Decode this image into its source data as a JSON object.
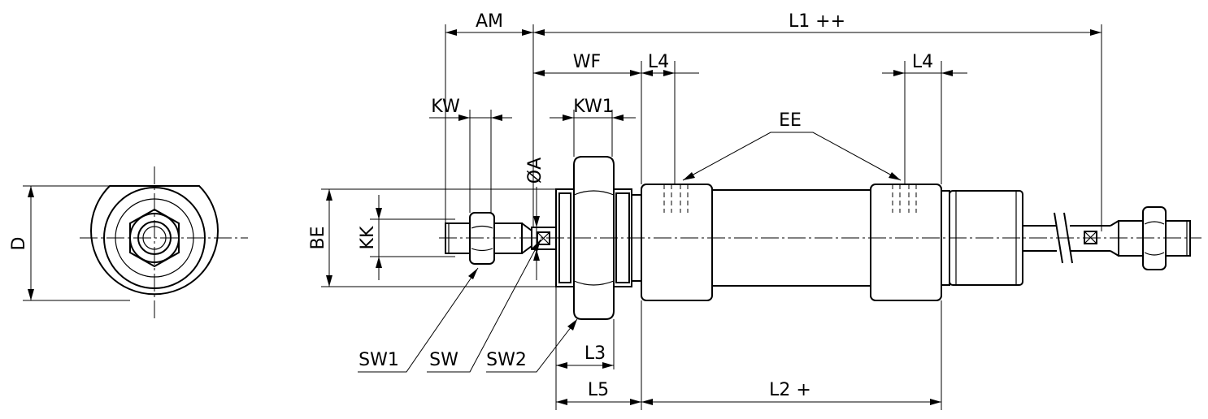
{
  "labels": {
    "d": "D",
    "am": "AM",
    "l1": "L1 ++",
    "wf": "WF",
    "l4_left": "L4",
    "l4_right": "L4",
    "kw": "KW",
    "kw1": "KW1",
    "ee": "EE",
    "phi_a": "ØA",
    "be": "BE",
    "kk": "KK",
    "sw1": "SW1",
    "sw": "SW",
    "sw2": "SW2",
    "l3": "L3",
    "l5": "L5",
    "l2": "L2 +"
  },
  "views": [
    "end-view",
    "side-view"
  ]
}
